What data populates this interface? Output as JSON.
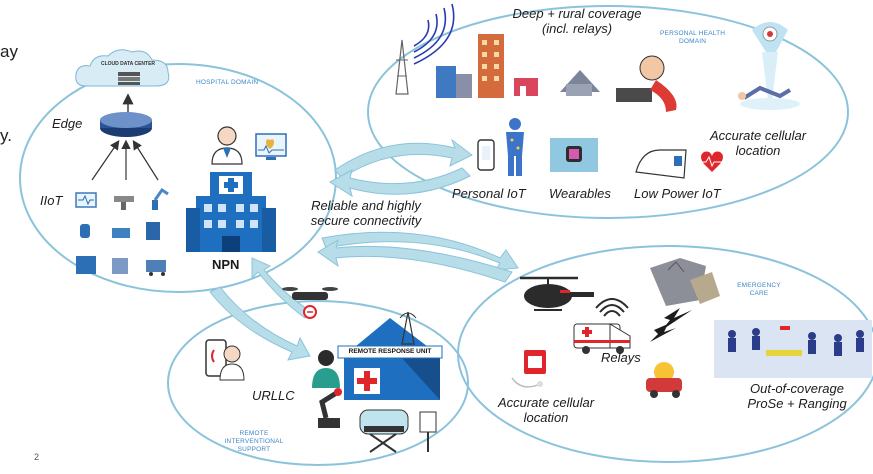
{
  "edge_text": {
    "line1": "ay",
    "line2": "y."
  },
  "hospital": {
    "domain_label": "HOSPITAL DOMAIN",
    "cloud_label": "CLOUD DATA CENTER",
    "edge_label": "Edge",
    "iiot_label": "IIoT",
    "npn_label": "NPN"
  },
  "connectivity": {
    "line1": "Reliable and highly",
    "line2": "secure connectivity"
  },
  "personal_health": {
    "domain_line1": "PERSONAL HEALTH",
    "domain_line2": "DOMAIN",
    "coverage_line1": "Deep + rural coverage",
    "coverage_line2": "(incl. relays)",
    "location_line1": "Accurate cellular",
    "location_line2": "location",
    "personal_iot": "Personal IoT",
    "wearables": "Wearables",
    "low_power_iot": "Low Power IoT"
  },
  "remote": {
    "unit_label": "REMOTE RESPONSE UNIT",
    "urllc_label": "URLLC",
    "domain_line1": "REMOTE",
    "domain_line2": "INTERVENTIONAL",
    "domain_line3": "SUPPORT"
  },
  "emergency": {
    "domain_line1": "EMERGENCY",
    "domain_line2": "CARE",
    "relays_label": "Relays",
    "location_line1": "Accurate cellular",
    "location_line2": "location",
    "ooc_line1": "Out-of-coverage",
    "ooc_line2": "ProSe + Ranging"
  },
  "page_number": "2",
  "colors": {
    "ellipse_stroke": "#8cc3dc",
    "arrow_fill": "#b7dde8",
    "hospital_blue": "#1f6fc1",
    "accent_red": "#e0262b",
    "domain_label": "#3f86c6"
  }
}
